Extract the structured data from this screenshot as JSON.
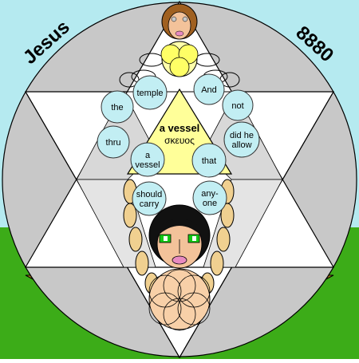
{
  "diagram": {
    "corner_left_label": "Jesus",
    "corner_right_label": "8880",
    "center_title": "a vessel",
    "center_greek": "σκευος",
    "word_bubbles": [
      "temple",
      "And",
      "the",
      "not",
      "thru",
      "did he allow",
      "a vessel",
      "that",
      "should carry",
      "any-one"
    ],
    "colors": {
      "sky": "#b5eaf0",
      "grass": "#3cac18",
      "earth": "#b07f1e",
      "disc": "#c8c8c8",
      "triangle": "#ffff99",
      "bubble": "#c2eef3",
      "pale_yellow": "#ffffaa",
      "face_skin": "#f3c29a",
      "hair_brown": "#a06020",
      "hair_black": "#111111",
      "eyes_green": "#14c814",
      "mouth_pink": "#e88ac0"
    }
  }
}
